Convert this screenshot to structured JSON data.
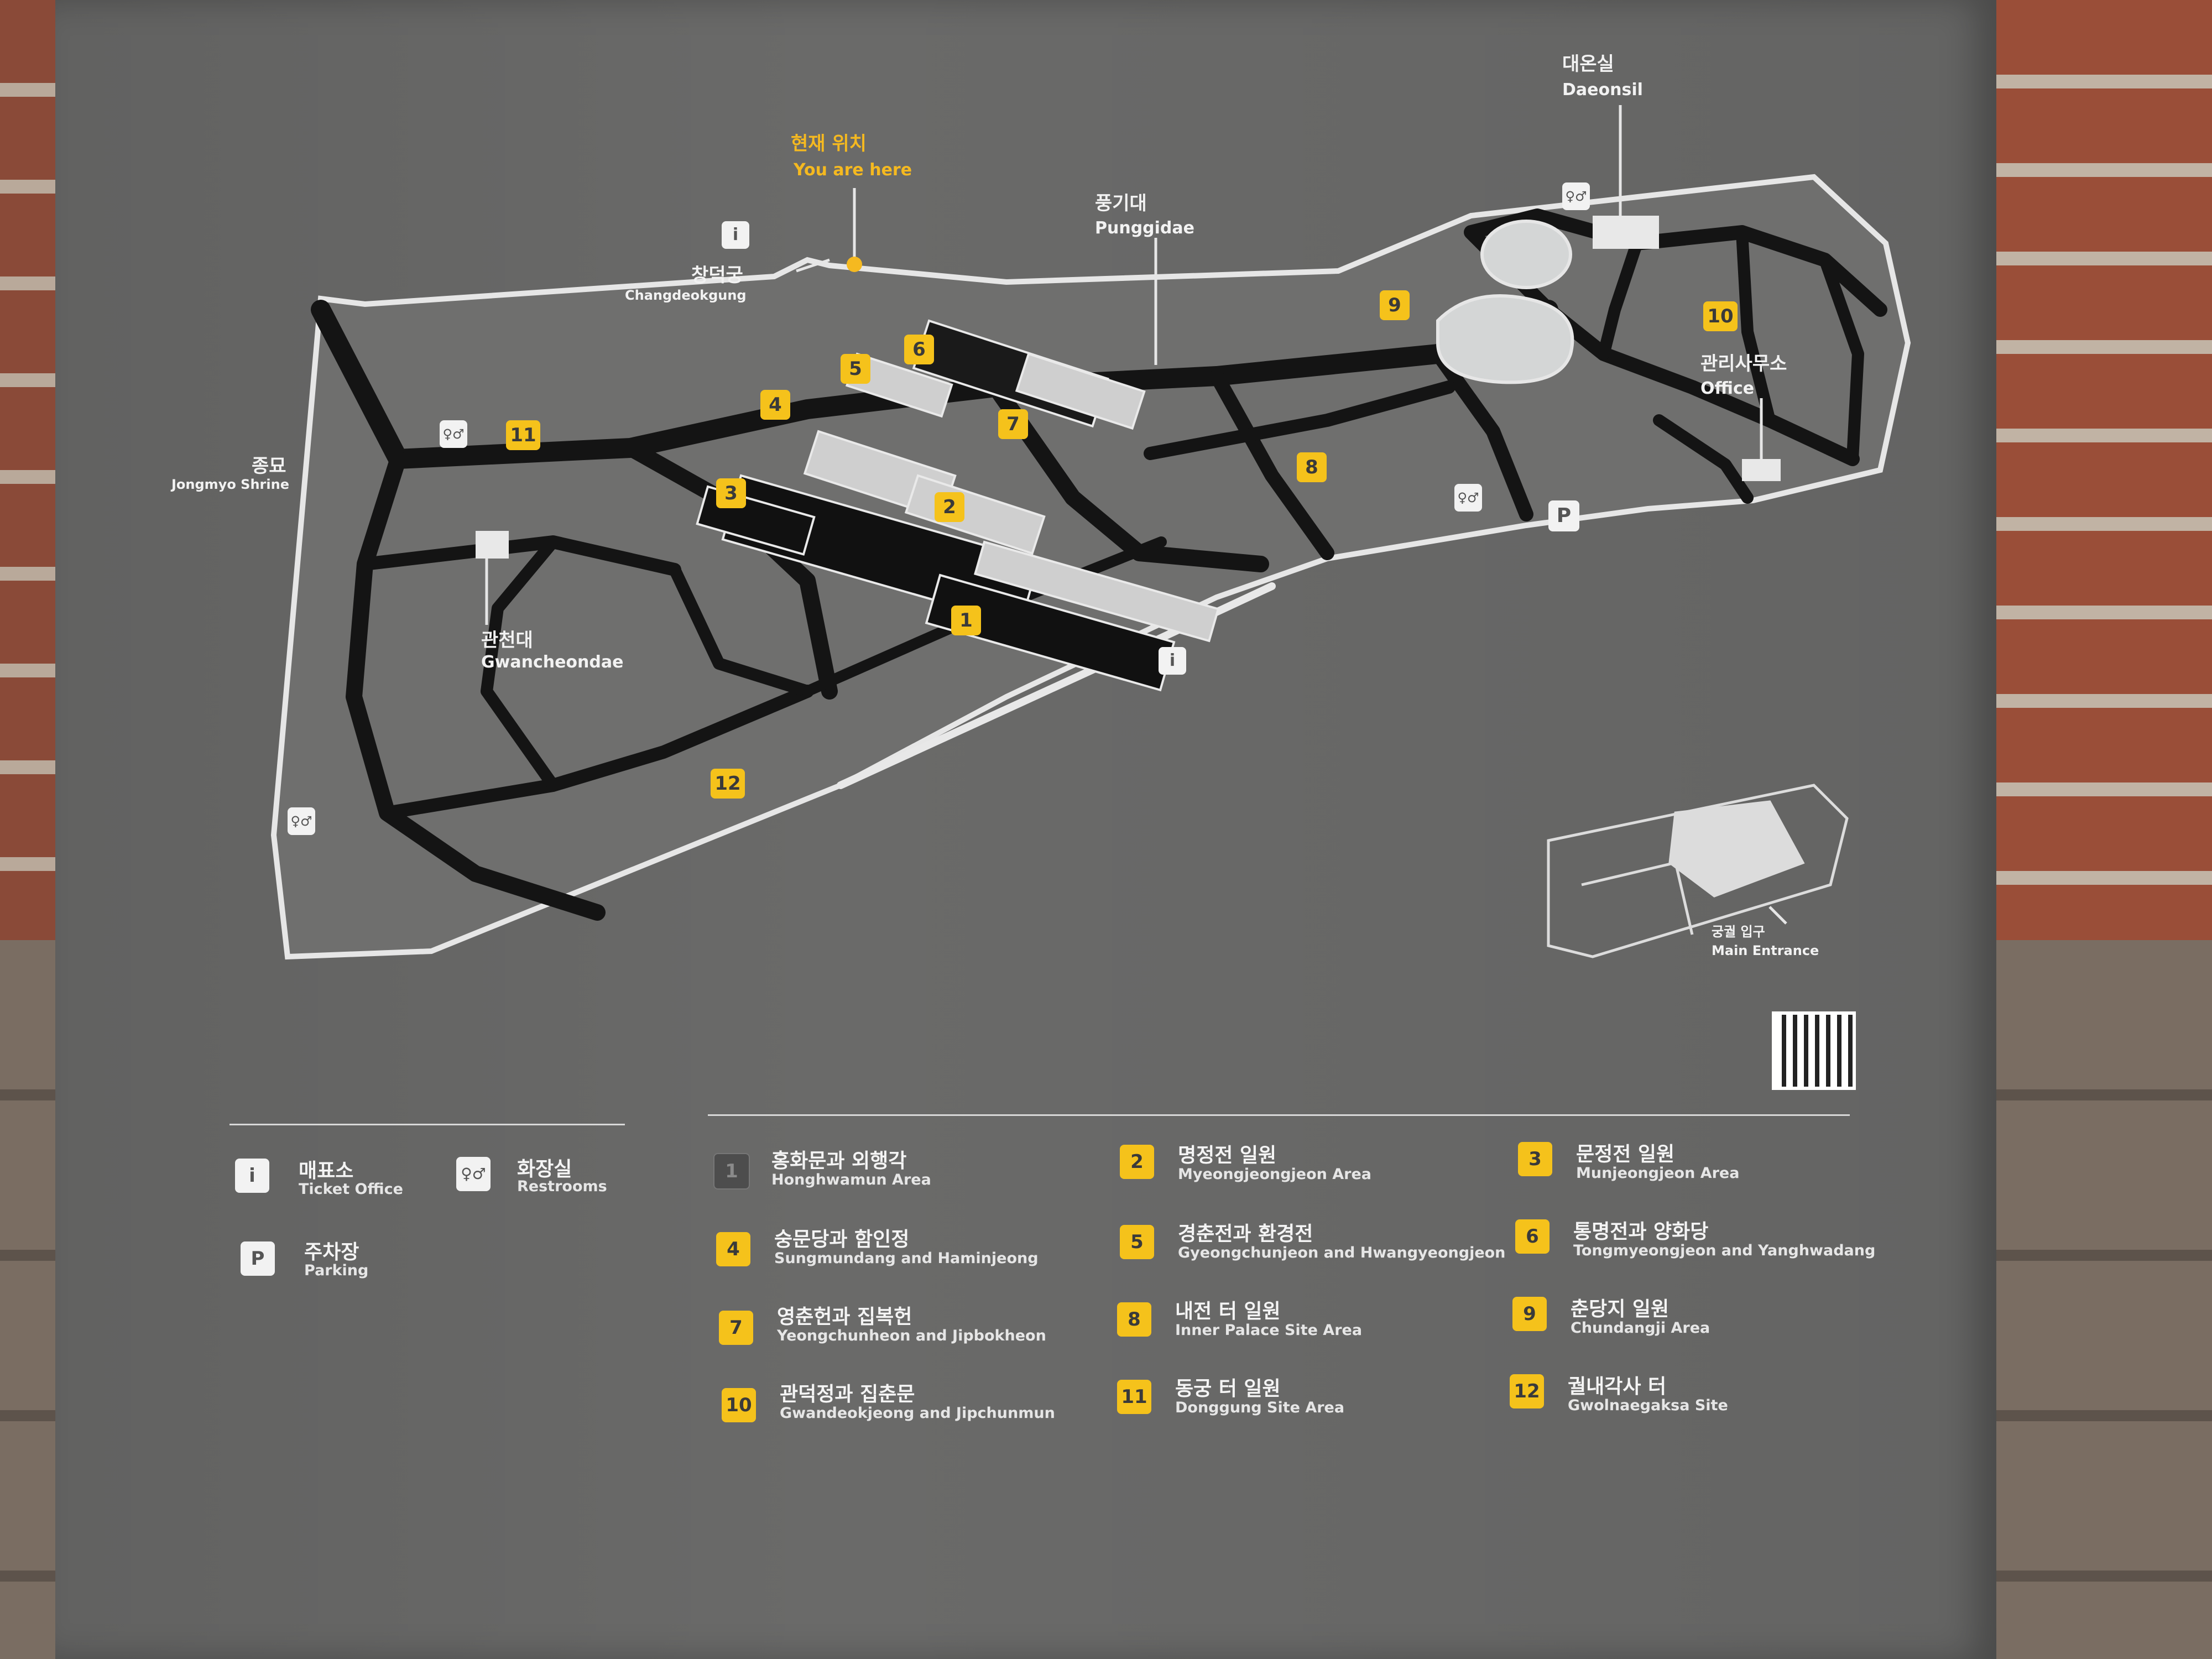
{
  "map": {
    "you_are_here_kr": "현재 위치",
    "you_are_here_en": "You are here",
    "changdeokgung_kr": "창덕궁",
    "changdeokgung_en": "Changdeokgung",
    "punggidae_kr": "풍기대",
    "punggidae_en": "Punggidae",
    "daeonsil_kr": "대온실",
    "daeonsil_en": "Daeonsil",
    "jongmyo_kr": "종묘",
    "jongmyo_en": "Jongmyo Shrine",
    "gwancheondae_kr": "관천대",
    "gwancheondae_en": "Gwancheondae",
    "office_kr": "관리사무소",
    "office_en": "Office",
    "main_entrance_kr": "궁궐 입구",
    "main_entrance_en": "Main Entrance",
    "parking_letter": "P",
    "badges": [
      "1",
      "2",
      "3",
      "4",
      "5",
      "6",
      "7",
      "8",
      "9",
      "10",
      "11",
      "12"
    ]
  },
  "legend": {
    "facilities": [
      {
        "icon": "i",
        "kr": "매표소",
        "en": "Ticket Office"
      },
      {
        "icon": "restroom",
        "kr": "화장실",
        "en": "Restrooms"
      },
      {
        "icon": "P",
        "kr": "주차장",
        "en": "Parking"
      }
    ],
    "areas": [
      {
        "num": "1",
        "kr": "홍화문과 외행각",
        "en": "Honghwamun Area"
      },
      {
        "num": "2",
        "kr": "명정전 일원",
        "en": "Myeongjeongjeon Area"
      },
      {
        "num": "3",
        "kr": "문정전 일원",
        "en": "Munjeongjeon Area"
      },
      {
        "num": "4",
        "kr": "숭문당과 함인정",
        "en": "Sungmundang and Haminjeong"
      },
      {
        "num": "5",
        "kr": "경춘전과 환경전",
        "en": "Gyeongchunjeon and Hwangyeongjeon"
      },
      {
        "num": "6",
        "kr": "통명전과 양화당",
        "en": "Tongmyeongjeon and Yanghwadang"
      },
      {
        "num": "7",
        "kr": "영춘헌과 집복헌",
        "en": "Yeongchunheon and Jipbokheon"
      },
      {
        "num": "8",
        "kr": "내전 터 일원",
        "en": "Inner Palace Site Area"
      },
      {
        "num": "9",
        "kr": "춘당지 일원",
        "en": "Chundangji Area"
      },
      {
        "num": "10",
        "kr": "관덕정과 집춘문",
        "en": "Gwandeokjeong and Jipchunmun"
      },
      {
        "num": "11",
        "kr": "동궁 터 일원",
        "en": "Donggung Site Area"
      },
      {
        "num": "12",
        "kr": "궐내각사 터",
        "en": "Gwolnaegaksa Site"
      }
    ]
  },
  "colors": {
    "accent": "#f5c21b",
    "panel": "#6a6a69",
    "path": "#141414"
  }
}
